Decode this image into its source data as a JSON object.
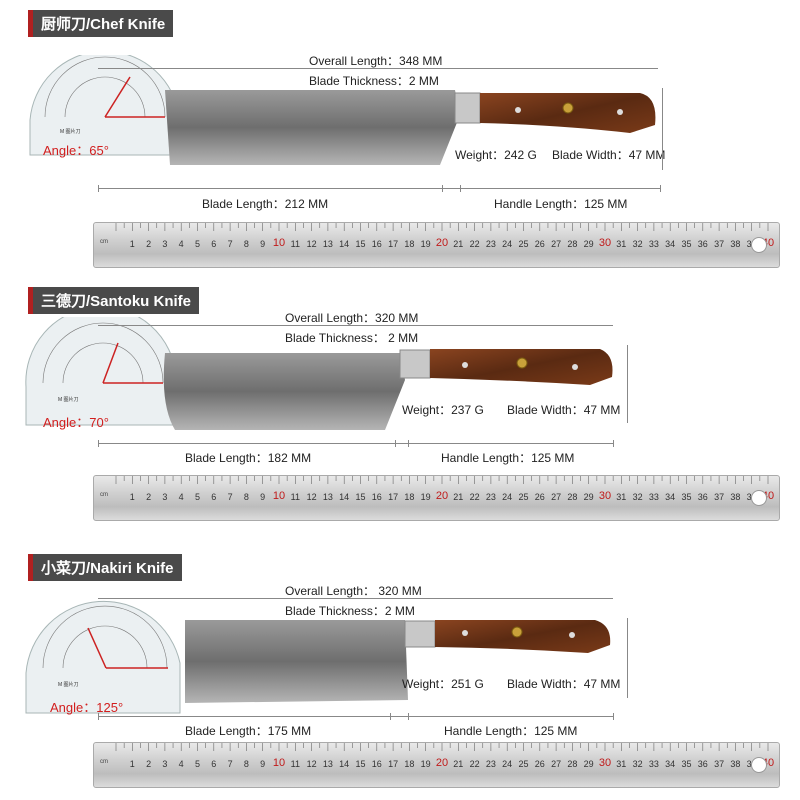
{
  "ruler": {
    "unit_label": "cm",
    "numbers": [
      "1",
      "2",
      "3",
      "4",
      "5",
      "6",
      "7",
      "8",
      "9",
      "10",
      "11",
      "12",
      "13",
      "14",
      "15",
      "16",
      "17",
      "18",
      "19",
      "20",
      "21",
      "22",
      "23",
      "24",
      "25",
      "26",
      "27",
      "28",
      "29",
      "30",
      "31",
      "32",
      "33",
      "34",
      "35",
      "36",
      "37",
      "38",
      "39",
      "40"
    ],
    "red_numbers": [
      "10",
      "20",
      "30",
      "40"
    ]
  },
  "knives": [
    {
      "title": "厨师刀/Chef Knife",
      "overall_length": "Overall Length：348 MM",
      "blade_thickness": "Blade Thickness：2 MM",
      "weight": "Weight：242 G",
      "blade_width": "Blade Width：47 MM",
      "blade_length": "Blade Length：212 MM",
      "handle_length": "Handle Length：125 MM",
      "angle": "Angle：65°"
    },
    {
      "title": "三德刀/Santoku Knife",
      "overall_length": "Overall Length：320 MM",
      "blade_thickness": "Blade Thickness：  2  MM",
      "weight": "Weight：237 G",
      "blade_width": "Blade Width：47 MM",
      "blade_length": "Blade Length：182 MM",
      "handle_length": "Handle Length：125 MM",
      "angle": "Angle：70°"
    },
    {
      "title": "小菜刀/Nakiri Knife",
      "overall_length": "Overall Length：  320 MM",
      "blade_thickness": "Blade Thickness：2 MM",
      "weight": "Weight：251 G",
      "blade_width": "Blade Width：47 MM",
      "blade_length": "Blade Length：175 MM",
      "handle_length": "Handle Length：125 MM",
      "angle": "Angle：125°"
    }
  ],
  "colors": {
    "angle_text": "#d21e1e",
    "title_bg": "#4a4a4a",
    "handle_wood": "#6b3417",
    "blade_steel": "#8a8a8a"
  }
}
